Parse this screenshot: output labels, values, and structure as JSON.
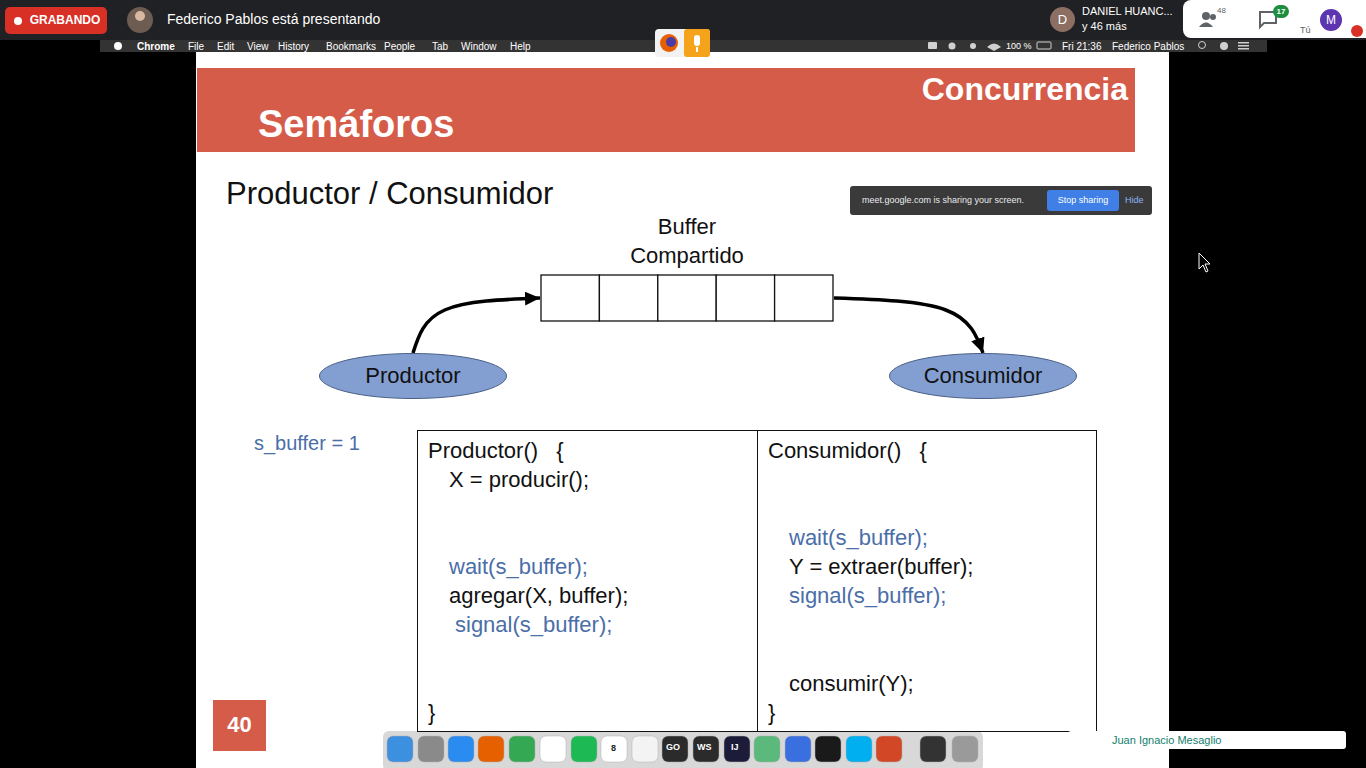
{
  "diagram": {
    "title": "Productor / Consumidor",
    "nodes": [
      {
        "text": [
          "GRABANDO"
        ]
      },
      {
        "text": [
          "D"
        ]
      },
      {
        "text": [
          "17"
        ]
      },
      {
        "text": [
          "M"
        ]
      },
      {
        "text": [
          "Concurrencia",
          "Semáforos"
        ]
      },
      {
        "text": [
          "meet.google.com is sharing your screen.",
          "Hide"
        ]
      },
      {
        "text": [
          "Stop sharing"
        ],
        "in": 5
      },
      {
        "text": [
          "Buffer Compartido"
        ]
      },
      {
        "text": [
          "Productor"
        ]
      },
      {
        "text": [
          "Consumidor"
        ]
      },
      {
        "text": [
          "Productor()   {",
          "X = producir();",
          "wait(s_buffer);",
          "agregar(X, buffer);",
          "signal(s_buffer);",
          "}"
        ]
      },
      {
        "text": [
          "Consumidor()   {",
          "wait(s_buffer);",
          "Y = extraer(buffer);",
          "signal(s_buffer);",
          "consumir(Y);",
          "}"
        ]
      },
      {
        "text": [
          "40"
        ]
      },
      {
        "text": [
          "Juan Ignacio Mesaglio"
        ]
      }
    ],
    "edges": [
      {
        "from": 8,
        "to": 7,
        "arrow": "to"
      },
      {
        "from": 7,
        "to": 9,
        "arrow": "to"
      }
    ],
    "labels": [
      "Federico Pablos está presentando",
      "DANIEL HUANC...",
      "y 46 más",
      "48",
      "Tú",
      "Chrome",
      "File",
      "Edit",
      "View",
      "History",
      "Bookmarks",
      "People",
      "Tab",
      "Window",
      "Help",
      "100 %",
      "Fri 21:36",
      "Federico Pablos",
      "s_buffer = 1",
      "8",
      "GO",
      "WS",
      "IJ"
    ]
  }
}
